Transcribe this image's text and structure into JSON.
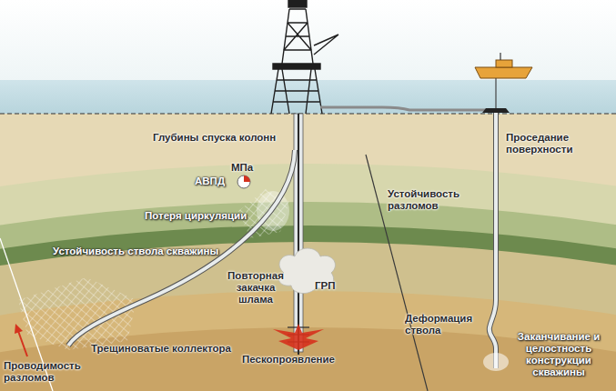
{
  "diagram": {
    "labels": [
      "Глубины спуска колонн",
      "МПа",
      "АВПД",
      "Проседание поверхности",
      "Устойчивость разломов",
      "Потеря циркуляции",
      "Устойчивость ствола скважины",
      "Повторная закачка шлама",
      "ГРП",
      "Деформация ствола",
      "Заканчивание и целостность конструкции скважины",
      "Трещиноватые коллектора",
      "Пескопроявление",
      "Проводимость разломов"
    ]
  }
}
